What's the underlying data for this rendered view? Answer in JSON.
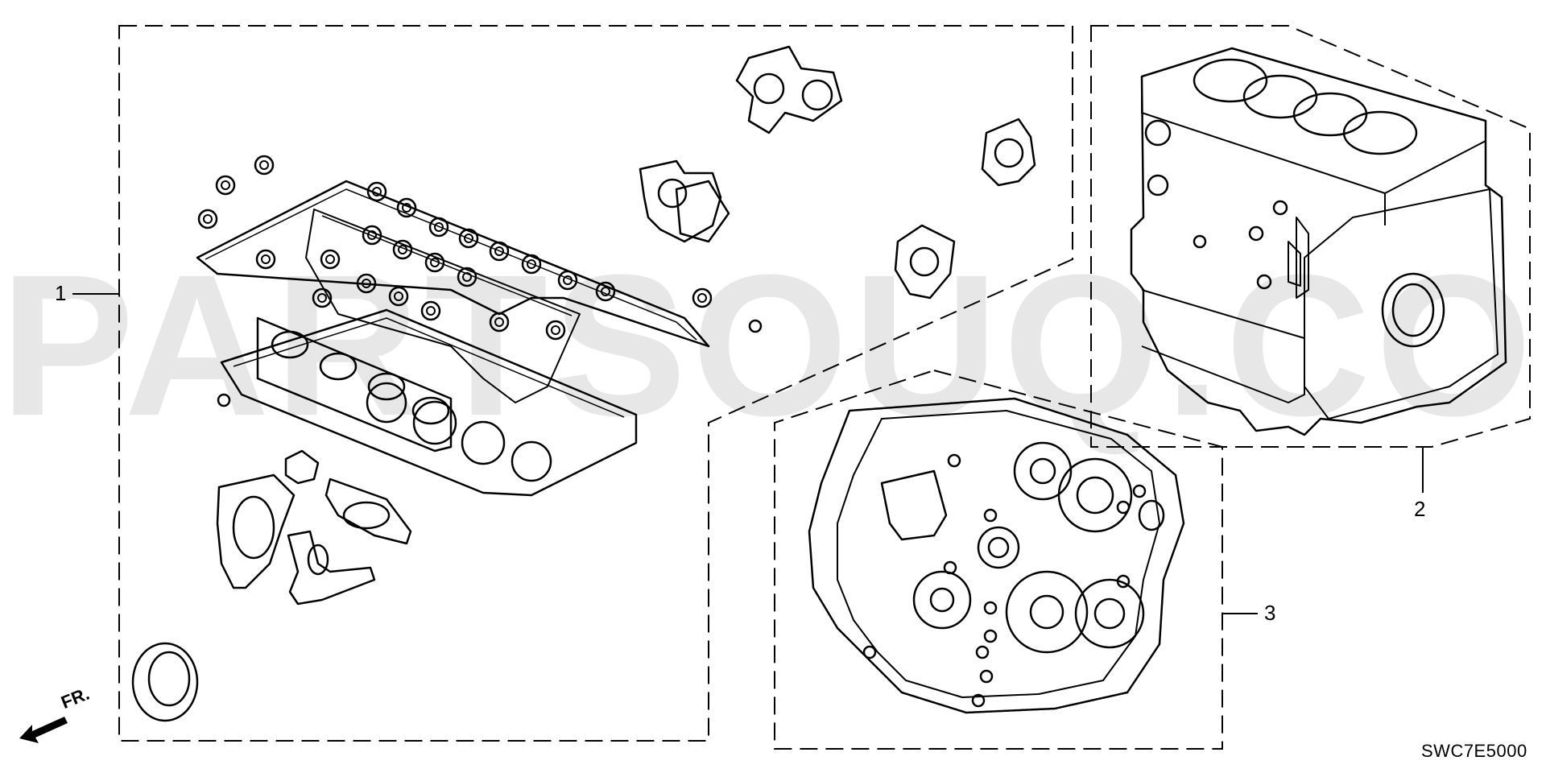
{
  "callouts": [
    {
      "id": "1",
      "label": "1"
    },
    {
      "id": "2",
      "label": "2"
    },
    {
      "id": "3",
      "label": "3"
    }
  ],
  "direction_marker": {
    "label": "FR."
  },
  "diagram_code": "SWC7E5000",
  "watermark": "PARTSOUQ.COM",
  "colors": {
    "line": "#000000",
    "background": "#ffffff"
  }
}
